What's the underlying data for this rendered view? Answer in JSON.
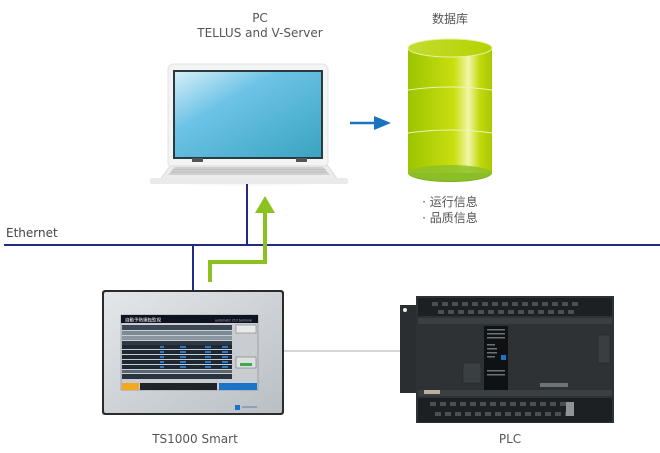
{
  "pc": {
    "title": "PC",
    "subtitle": "TELLUS and V-Server"
  },
  "database": {
    "title": "数据库",
    "items": [
      "· 运行信息",
      "· 品质信息"
    ]
  },
  "network": {
    "label": "Ethernet"
  },
  "hmi": {
    "label": "TS1000 Smart",
    "screen_title": "自動予熱運転監視",
    "screen_brand": "automatic Ctrl terminal"
  },
  "plc": {
    "label": "PLC"
  },
  "colors": {
    "ethernet_line": "#1f2a8a",
    "flow_arrow": "#8cc21e",
    "db_arrow": "#1a73c0",
    "db_cylinder": "#b5d40a",
    "plc_body": "#2b2f31",
    "serial_line": "#c8c8c8"
  }
}
